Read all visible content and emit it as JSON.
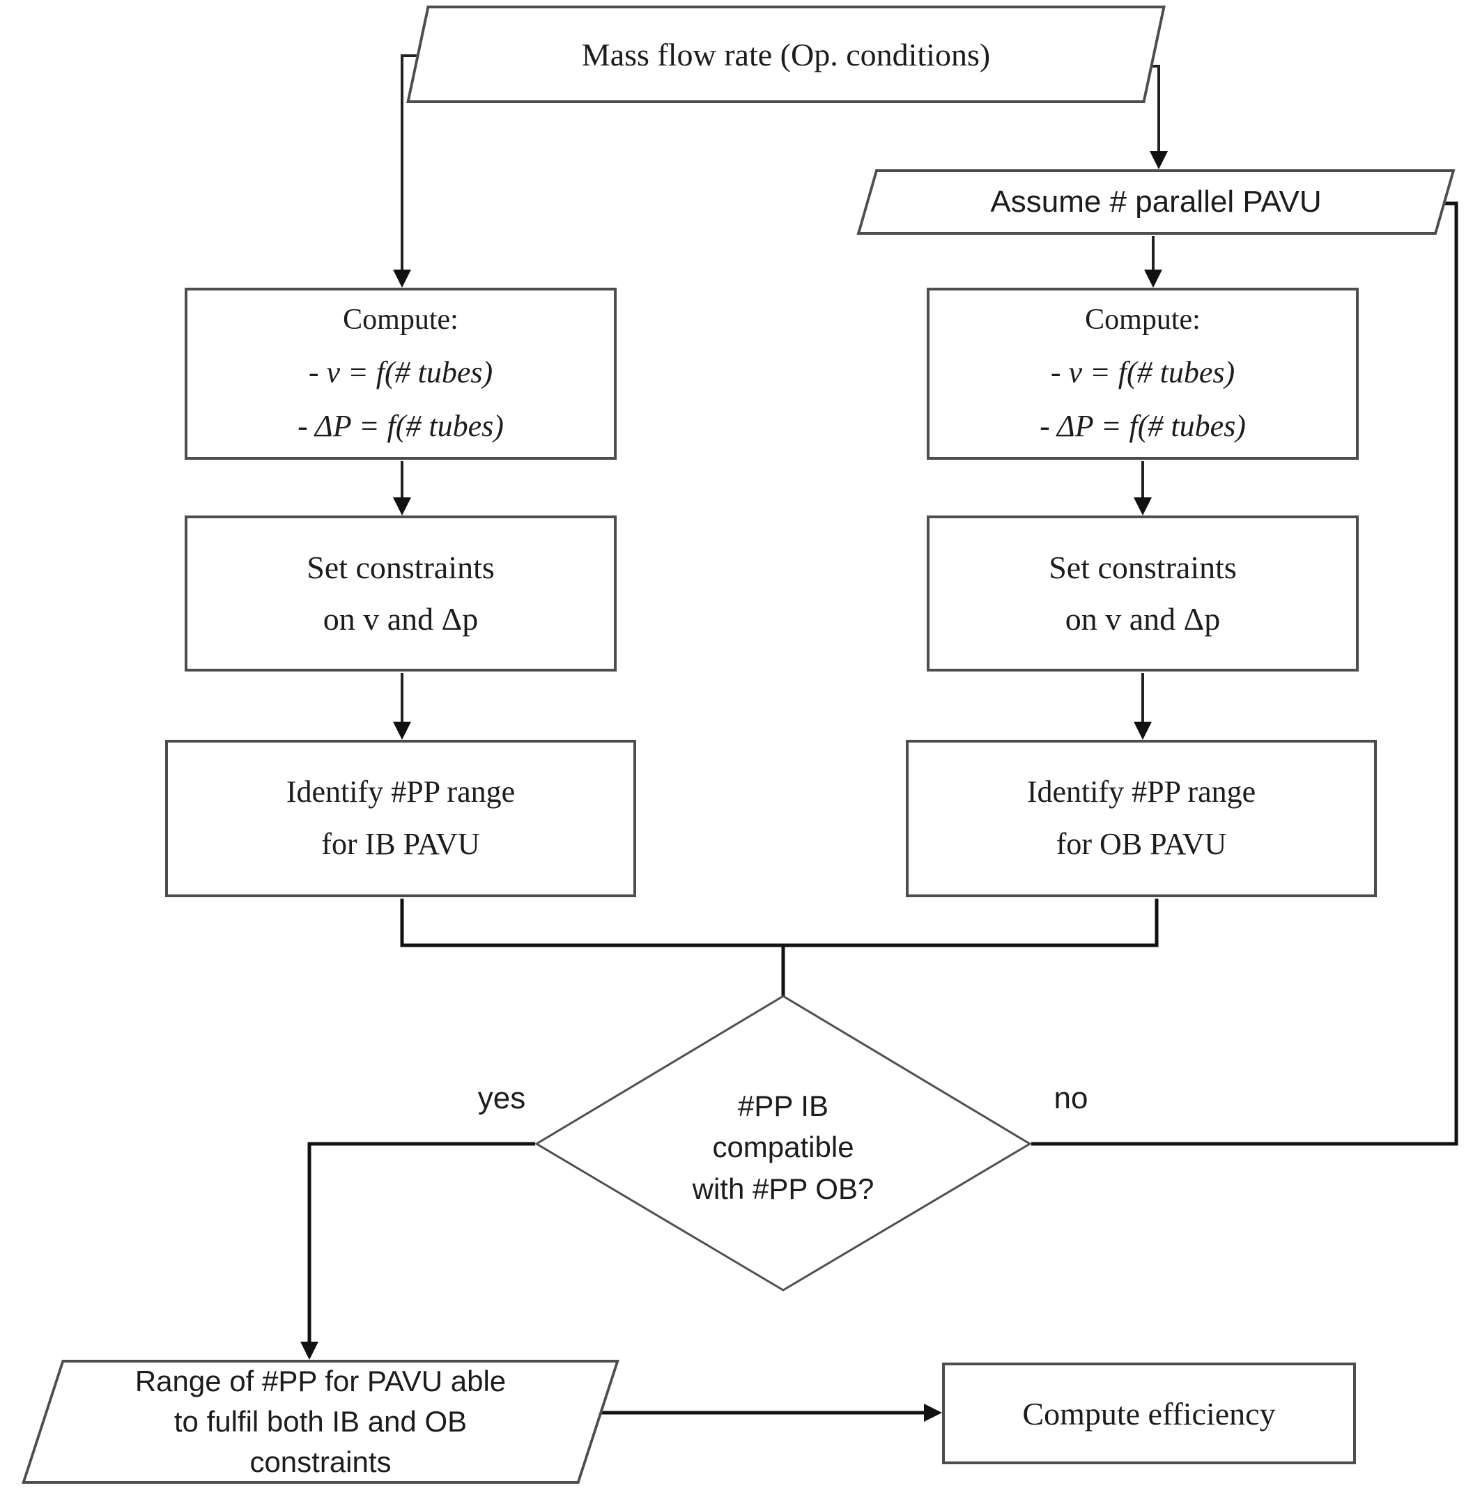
{
  "diagram": {
    "type": "flowchart",
    "nodes": {
      "mass_flow": {
        "shape": "parallelogram",
        "label": "Mass flow rate (Op. conditions)"
      },
      "assume_pavu": {
        "shape": "parallelogram",
        "label": "Assume # parallel PAVU"
      },
      "compute_ib": {
        "shape": "rectangle",
        "lines": [
          "Compute:",
          "- v =  f(# tubes)",
          "- ΔP = f(# tubes)"
        ]
      },
      "compute_ob": {
        "shape": "rectangle",
        "lines": [
          "Compute:",
          "- v =  f(# tubes)",
          "- ΔP = f(# tubes)"
        ]
      },
      "constraints_ib": {
        "shape": "rectangle",
        "lines": [
          "Set constraints",
          "on v and Δp"
        ]
      },
      "constraints_ob": {
        "shape": "rectangle",
        "lines": [
          "Set constraints",
          "on v and Δp"
        ]
      },
      "identify_ib": {
        "shape": "rectangle",
        "lines": [
          "Identify #PP range",
          "for IB PAVU"
        ]
      },
      "identify_ob": {
        "shape": "rectangle",
        "lines": [
          "Identify #PP range",
          "for OB PAVU"
        ]
      },
      "decision": {
        "shape": "diamond",
        "lines": [
          "#PP IB",
          "compatible",
          "with #PP OB?"
        ]
      },
      "range_result": {
        "shape": "parallelogram",
        "lines": [
          "Range of #PP for PAVU able",
          "to fulfil both IB and OB",
          "constraints"
        ]
      },
      "compute_efficiency": {
        "shape": "rectangle",
        "label": "Compute efficiency"
      }
    },
    "edge_labels": {
      "yes": "yes",
      "no": "no"
    },
    "colors": {
      "background": "#ffffff",
      "box_border": "#4d4d4d",
      "connector": "#222222",
      "connector_emphasis": "#111111",
      "text": "#1c1c1c"
    }
  }
}
